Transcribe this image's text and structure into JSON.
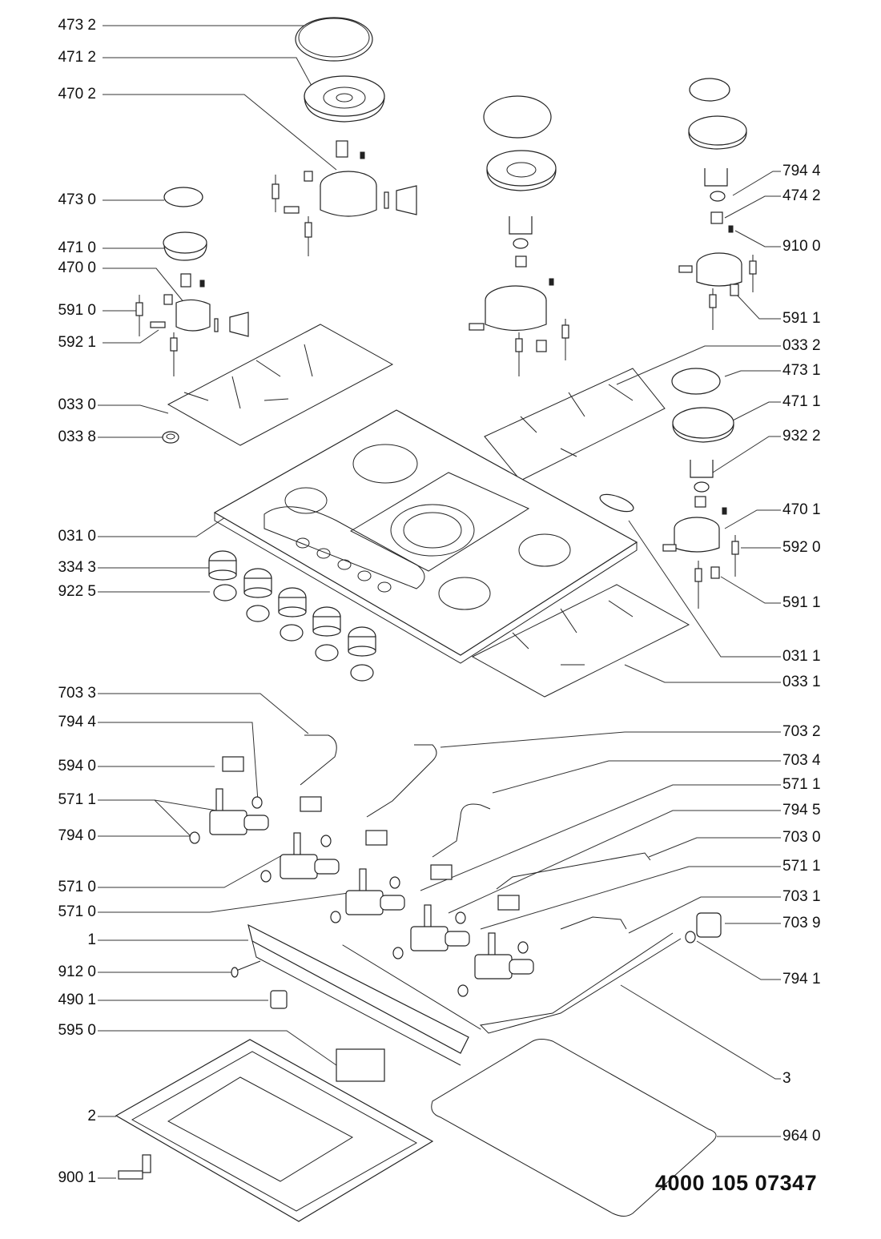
{
  "title": "Gas hob exploded parts diagram",
  "document_number": "4000 105 07347",
  "labels_left": [
    {
      "id": "473-2-top",
      "text": "473 2"
    },
    {
      "id": "471-2-top",
      "text": "471 2"
    },
    {
      "id": "470-2-top",
      "text": "470 2"
    },
    {
      "id": "473-0",
      "text": "473 0"
    },
    {
      "id": "471-0",
      "text": "471 0"
    },
    {
      "id": "470-0",
      "text": "470 0"
    },
    {
      "id": "591-0",
      "text": "591 0"
    },
    {
      "id": "592-1",
      "text": "592 1"
    },
    {
      "id": "033-0",
      "text": "033 0"
    },
    {
      "id": "033-8",
      "text": "033 8"
    },
    {
      "id": "031-0",
      "text": "031 0"
    },
    {
      "id": "334-3",
      "text": "334 3"
    },
    {
      "id": "922-5",
      "text": "922 5"
    },
    {
      "id": "703-3",
      "text": "703 3"
    },
    {
      "id": "794-4-left",
      "text": "794 4"
    },
    {
      "id": "594-0",
      "text": "594 0"
    },
    {
      "id": "571-1-left",
      "text": "571 1"
    },
    {
      "id": "794-0",
      "text": "794 0"
    },
    {
      "id": "571-0-a",
      "text": "571 0"
    },
    {
      "id": "571-0-b",
      "text": "571 0"
    },
    {
      "id": "1",
      "text": "1"
    },
    {
      "id": "912-0",
      "text": "912 0"
    },
    {
      "id": "490-1",
      "text": "490 1"
    },
    {
      "id": "595-0",
      "text": "595 0"
    },
    {
      "id": "2",
      "text": "2"
    },
    {
      "id": "900-1",
      "text": "900 1"
    }
  ],
  "labels_right": [
    {
      "id": "794-4-right",
      "text": "794 4"
    },
    {
      "id": "474-2",
      "text": "474 2"
    },
    {
      "id": "910-0",
      "text": "910 0"
    },
    {
      "id": "591-1-a",
      "text": "591 1"
    },
    {
      "id": "033-2",
      "text": "033 2"
    },
    {
      "id": "473-1",
      "text": "473 1"
    },
    {
      "id": "471-1",
      "text": "471 1"
    },
    {
      "id": "932-2",
      "text": "932 2"
    },
    {
      "id": "470-1",
      "text": "470 1"
    },
    {
      "id": "592-0",
      "text": "592 0"
    },
    {
      "id": "591-1-b",
      "text": "591 1"
    },
    {
      "id": "031-1",
      "text": "031 1"
    },
    {
      "id": "033-1",
      "text": "033 1"
    },
    {
      "id": "703-2",
      "text": "703 2"
    },
    {
      "id": "703-4",
      "text": "703 4"
    },
    {
      "id": "571-1-r1",
      "text": "571 1"
    },
    {
      "id": "794-5",
      "text": "794 5"
    },
    {
      "id": "703-0",
      "text": "703 0"
    },
    {
      "id": "571-1-r2",
      "text": "571 1"
    },
    {
      "id": "703-1",
      "text": "703 1"
    },
    {
      "id": "703-9",
      "text": "703 9"
    },
    {
      "id": "794-1",
      "text": "794 1"
    },
    {
      "id": "3",
      "text": "3"
    },
    {
      "id": "964-0",
      "text": "964 0"
    }
  ]
}
